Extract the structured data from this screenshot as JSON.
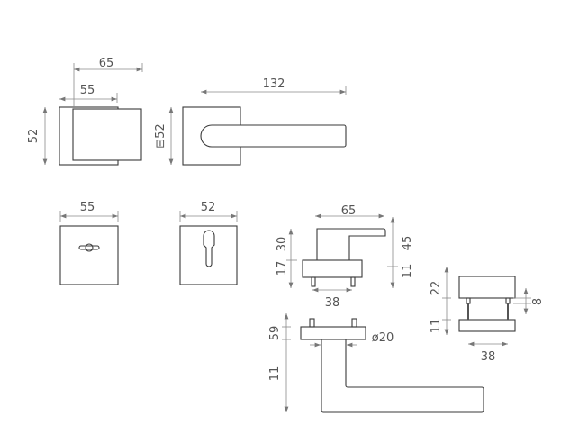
{
  "views": {
    "knob_side": {
      "width_total": "65",
      "width_rose": "55",
      "height": "52"
    },
    "lever_top": {
      "length": "132",
      "rose": "⊟52"
    },
    "wc_rose": {
      "width": "55"
    },
    "cylinder_rose": {
      "width": "52"
    },
    "lever_side": {
      "width": "65",
      "upper": "30",
      "lower": "17",
      "height": "45",
      "rose_h": "11",
      "pin_spacing": "38"
    },
    "rose_pair": {
      "rose_h": "22",
      "gap": "11",
      "pin": "8",
      "pin_spacing": "38"
    },
    "lever_front": {
      "rose": "59",
      "drop": "11",
      "diameter": "ø20"
    }
  }
}
